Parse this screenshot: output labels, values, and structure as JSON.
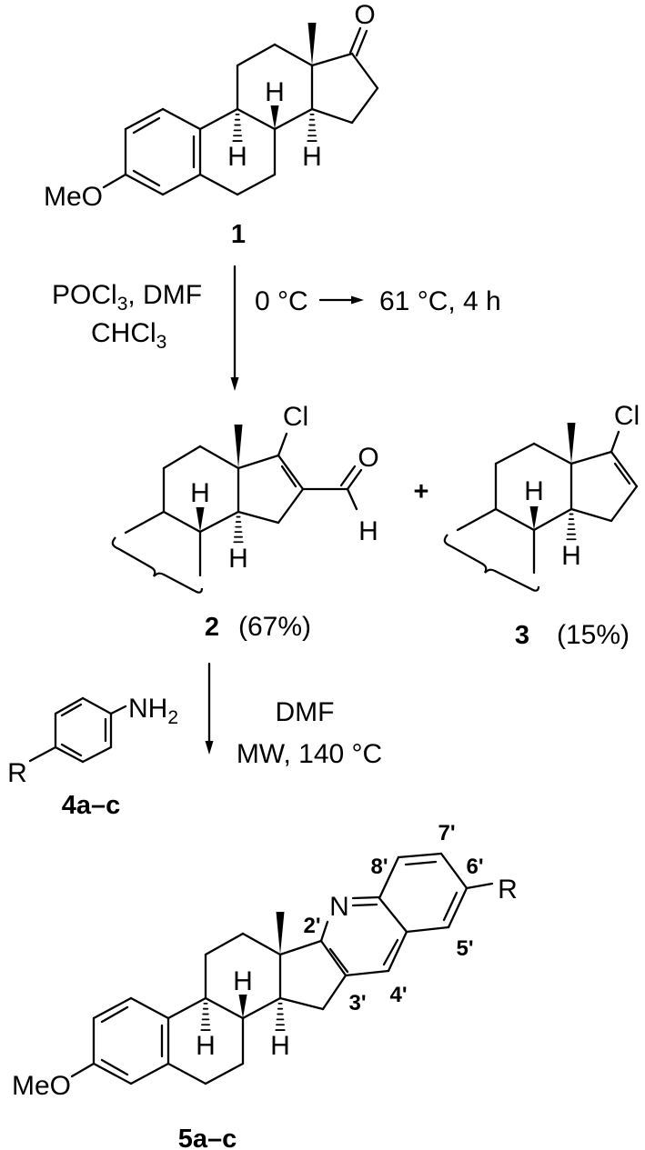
{
  "compound_1": {
    "substituent": "MeO",
    "carbonyl_o": "O",
    "h_labels": [
      "H",
      "H",
      "H"
    ],
    "label": "1"
  },
  "step1": {
    "reagents_line1": [
      "POCl",
      "3",
      ", DMF"
    ],
    "reagents_line2": [
      "CHCl",
      "3"
    ],
    "temp_start": "0 °C",
    "temp_end_time": "61 °C, 4 h"
  },
  "compound_2": {
    "cl": "Cl",
    "aldehyde_o": "O",
    "aldehyde_h": "H",
    "h_labels": [
      "H",
      "H"
    ],
    "label": "2",
    "yield": "(67%)"
  },
  "plus": "+",
  "compound_3": {
    "cl": "Cl",
    "h_labels": [
      "H",
      "H"
    ],
    "label": "3",
    "yield": "(15%)"
  },
  "reagent_4": {
    "amine": [
      "NH",
      "2"
    ],
    "substituent": "R",
    "label": "4a–c"
  },
  "step2": {
    "solvent": "DMF",
    "conditions": "MW, 140 °C"
  },
  "compound_5": {
    "substituent_meo": "MeO",
    "n": "N",
    "r": "R",
    "h_labels": [
      "H",
      "H",
      "H"
    ],
    "positions": [
      "2'",
      "3'",
      "4'",
      "5'",
      "6'",
      "7'",
      "8'"
    ],
    "label": "5a–c"
  }
}
